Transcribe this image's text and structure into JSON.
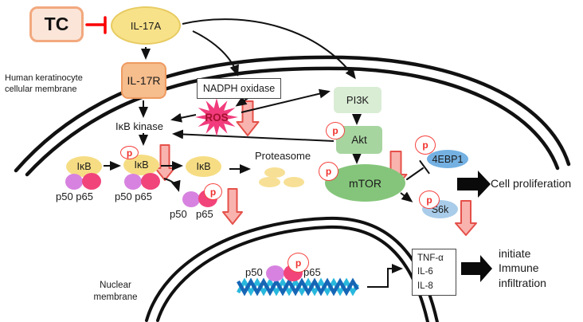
{
  "figure": "IL-17A keratinocyte signaling pathway",
  "nodes": {
    "tc": "TC",
    "il17a": "IL-17A",
    "il17r": "IL-17R",
    "nadph": "NADPH oxidase",
    "ros": "ROS",
    "ikb_kinase": "IκB kinase",
    "ikb": "IκB",
    "pi3k": "PI3K",
    "akt": "Akt",
    "mtor": "mTOR",
    "ebp1": "4EBP1",
    "s6k": "S6k",
    "proteasome": "Proteasome",
    "phospho": "p"
  },
  "proteins": {
    "p50": "p50",
    "p65": "p65",
    "pair": "p50 p65"
  },
  "labels": {
    "cell_membrane": "Human keratinocyte\ncellular membrane",
    "nuclear_membrane": "Nuclear\nmembrane",
    "cell_proliferation": "Cell proliferation",
    "immune_outcome": "initiate\nImmune\ninfiltration"
  },
  "cytokines": {
    "tnf": "TNF-α",
    "il6": "IL-6",
    "il8": "IL-8"
  },
  "colors": {
    "tc_fill": "#fbe5d8",
    "tc_border": "#f2a97e",
    "il17a_fill": "#f8e289",
    "il17r_fill": "#f6bd8d",
    "ros_star": "#f13b7c",
    "ros_text": "#a3102e",
    "pi3k_fill": "#d9ecd4",
    "akt_fill": "#a7d5a0",
    "mtor_fill": "#85c57b",
    "ebp1_fill": "#74b1e2",
    "s6k_fill": "#a8cce9",
    "ikb_fill": "#f6dd84",
    "p50_fill": "#d782e0",
    "p65_fill": "#f1447b",
    "phospho_red": "#f5413d",
    "block_arrow_fill": "#f9b3ae",
    "block_arrow_border": "#e5504a",
    "inhibit_red": "#fa0000",
    "membrane_black": "#111111",
    "dna_cyan": "#29b8dd",
    "dna_blue": "#1666b5"
  }
}
